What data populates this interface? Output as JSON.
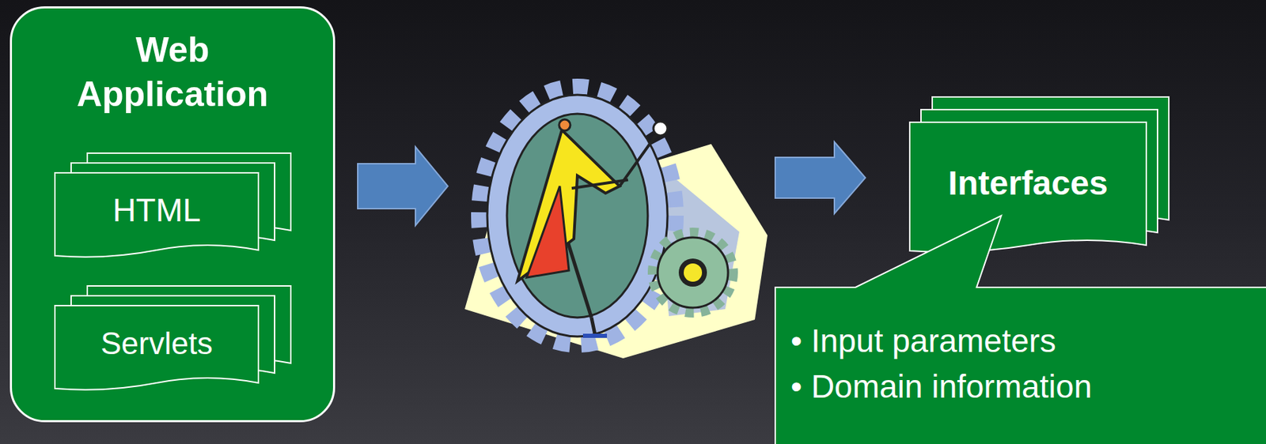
{
  "diagram": {
    "nodes": [
      {
        "text": [
          "Web Application"
        ]
      },
      {
        "text": [
          "HTML"
        ],
        "in": 0
      },
      {
        "text": [
          "Servlets"
        ],
        "in": 0
      },
      {
        "text": [
          "Interfaces"
        ]
      },
      {
        "text": [
          "• Input parameters",
          "• Domain information"
        ]
      }
    ]
  }
}
